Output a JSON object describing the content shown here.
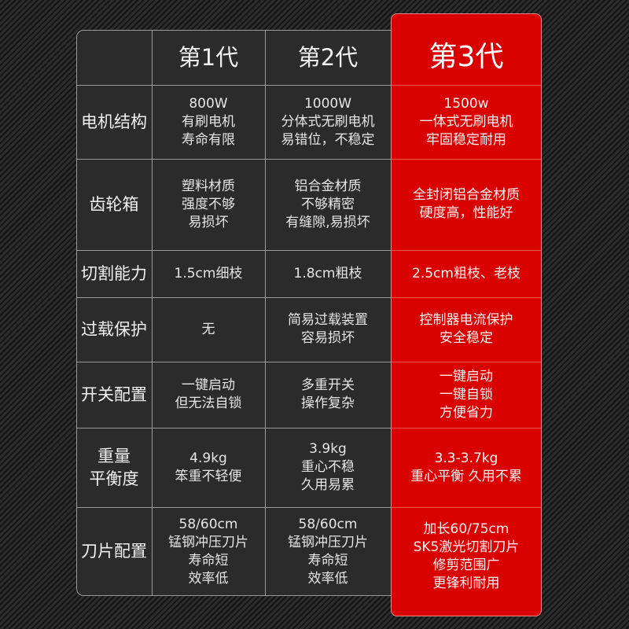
{
  "header": {
    "columns": [
      "",
      "第1代",
      "第2代",
      "第3代"
    ]
  },
  "rows": [
    {
      "label": "电机结构",
      "gen1": "800W\n有刷电机\n寿命有限",
      "gen2": "1000W\n分体式无刷电机\n易错位，不稳定",
      "gen3": "1500w\n一体式无刷电机\n牢固稳定耐用"
    },
    {
      "label": "齿轮箱",
      "gen1": "塑料材质\n强度不够\n易损坏",
      "gen2": "铝合金材质\n不够精密\n有缝隙,易损坏",
      "gen3": "全封闭铝合金材质\n硬度高，性能好"
    },
    {
      "label": "切割能力",
      "gen1": "1.5cm细枝",
      "gen2": "1.8cm粗枝",
      "gen3": "2.5cm粗枝、老枝"
    },
    {
      "label": "过载保护",
      "gen1": "无",
      "gen2": "简易过载装置\n容易损坏",
      "gen3": "控制器电流保护\n安全稳定"
    },
    {
      "label": "开关配置",
      "gen1": "一键启动\n但无法自锁",
      "gen2": "多重开关\n操作复杂",
      "gen3": "一键启动\n一键自锁\n方便省力"
    },
    {
      "label": "重量\n平衡度",
      "gen1": "4.9kg\n笨重不轻便",
      "gen2": "3.9kg\n重心不稳\n久用易累",
      "gen3": "3.3-3.7kg\n重心平衡  久用不累"
    },
    {
      "label": "刀片配置",
      "gen1": "58/60cm\n锰钢冲压刀片\n寿命短\n效率低",
      "gen2": "58/60cm\n锰钢冲压刀片\n寿命短\n效率低",
      "gen3": "加长60/75cm\nSK5激光切割刀片\n修剪范围广\n更锋利耐用"
    }
  ],
  "colors": {
    "background": "#1e1e1e",
    "table": "#2b2b2b",
    "highlight": "#d90000",
    "grid": "#9a9a9a"
  }
}
